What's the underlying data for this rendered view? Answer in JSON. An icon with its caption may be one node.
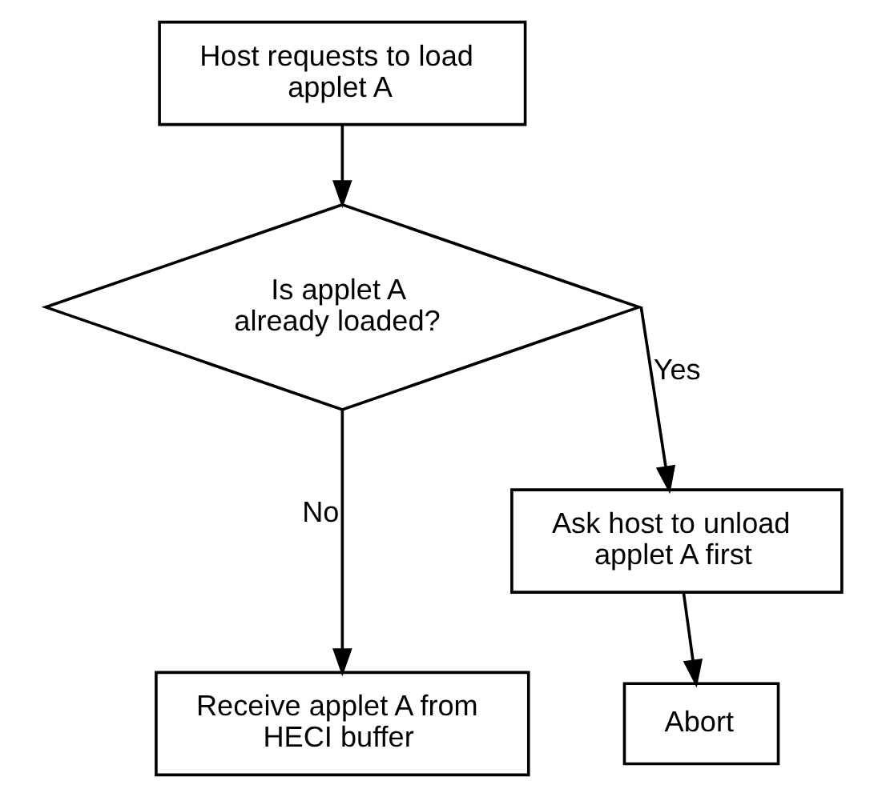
{
  "diagram": {
    "nodes": [
      {
        "text": [
          "Host requests to load applet A"
        ]
      },
      {
        "text": [
          "Is applet A already loaded?"
        ]
      },
      {
        "text": [
          "Ask host to unload applet A first"
        ]
      },
      {
        "text": [
          "Receive applet A from HECI buffer"
        ]
      },
      {
        "text": [
          "Abort"
        ]
      }
    ],
    "edges": [
      {
        "from": 0,
        "to": 1,
        "arrow": "to"
      },
      {
        "from": 1,
        "to": 2,
        "arrow": "to",
        "label": "Yes"
      },
      {
        "from": 1,
        "to": 3,
        "arrow": "to",
        "label": "No"
      },
      {
        "from": 2,
        "to": 4,
        "arrow": "to"
      }
    ]
  }
}
